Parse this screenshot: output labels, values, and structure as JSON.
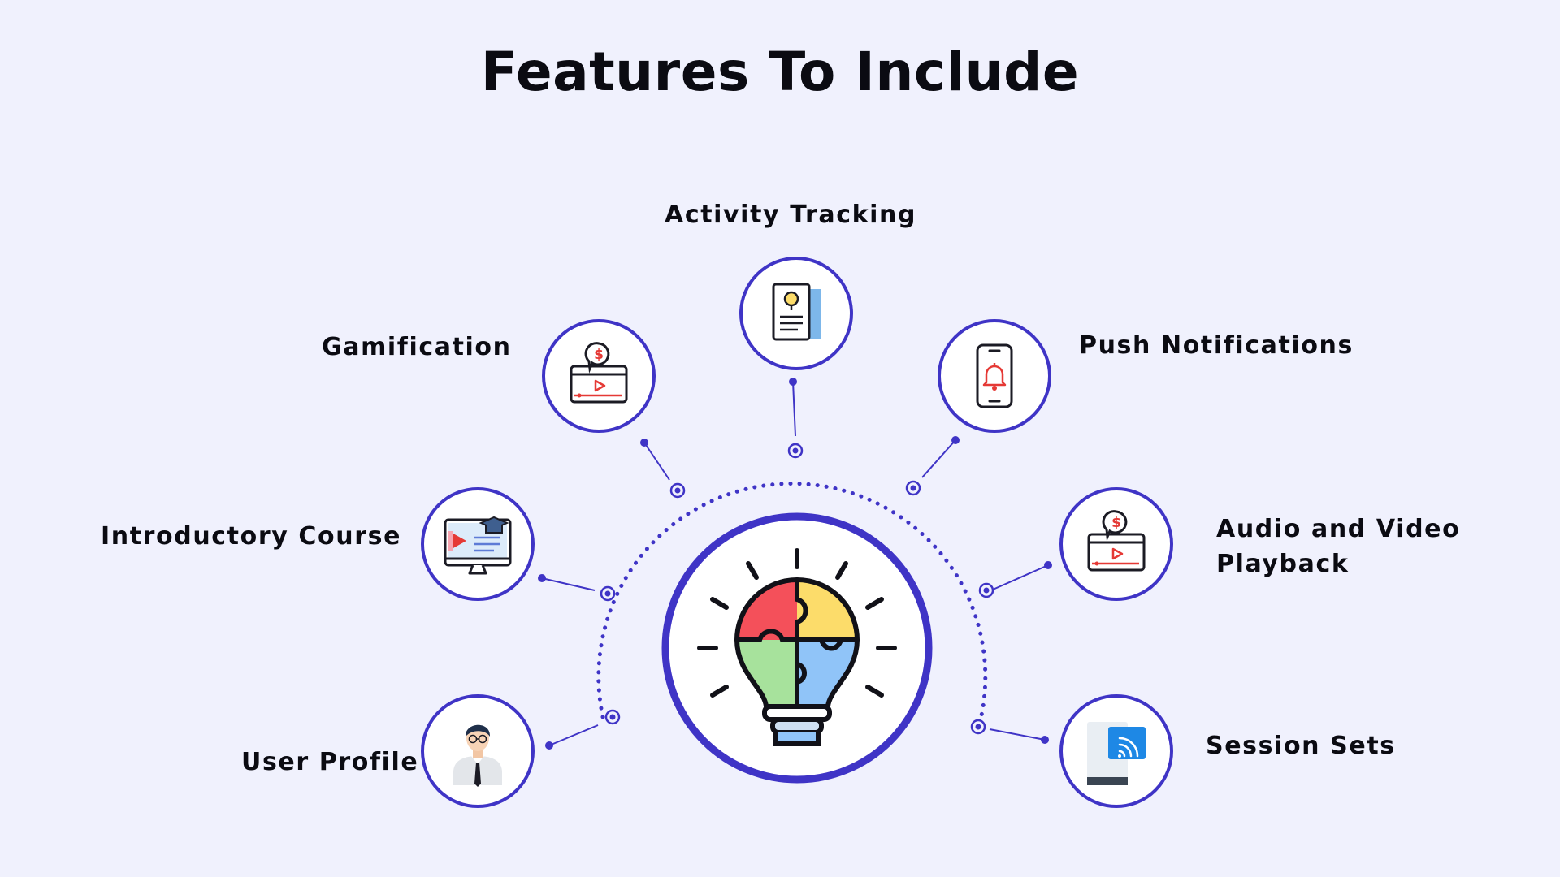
{
  "title": "Features To Include",
  "colors": {
    "background": "#f0f1fd",
    "accent": "#3f34c6",
    "text": "#0b0b12"
  },
  "center": {
    "icon": "lightbulb-puzzle-icon"
  },
  "features": [
    {
      "id": "activity-tracking",
      "label": "Activity Tracking",
      "icon": "document-idea-icon"
    },
    {
      "id": "gamification",
      "label": "Gamification",
      "icon": "video-coin-icon"
    },
    {
      "id": "push-notifications",
      "label": "Push Notifications",
      "icon": "phone-bell-icon"
    },
    {
      "id": "introductory-course",
      "label": "Introductory Course",
      "icon": "monitor-course-icon"
    },
    {
      "id": "audio-video-playback",
      "label": "Audio and Video Playback",
      "icon": "video-coin-icon"
    },
    {
      "id": "user-profile",
      "label": "User Profile",
      "icon": "person-avatar-icon"
    },
    {
      "id": "session-sets",
      "label": "Session Sets",
      "icon": "cast-device-icon"
    }
  ]
}
